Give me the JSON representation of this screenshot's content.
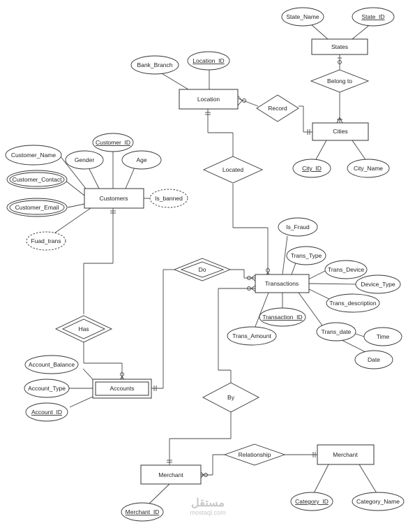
{
  "entities": {
    "states": "States",
    "location": "Location",
    "cities": "Cities",
    "customers": "Customers",
    "transactions": "Transactions",
    "accounts": "Accounts",
    "merchant_left": "Merchant",
    "merchant_right": "Merchant"
  },
  "relationships": {
    "belong_to": "Belong to",
    "record": "Record",
    "located": "Located",
    "do": "Do",
    "has": "Has",
    "by": "By",
    "relationship": "Relationship"
  },
  "attributes": {
    "state_name": "State_Name",
    "state_id": "State_ID",
    "bank_branch": "Bank_Branch",
    "location_id": "Location_ID",
    "city_id": "City_ID",
    "city_name": "City_Name",
    "customer_name": "Customer_Name",
    "gender": "Gender",
    "customer_id": "Customer_ID",
    "age": "Age",
    "customer_contact": "Customer_Contact",
    "customer_email": "Customer_Email",
    "is_banned": "Is_banned",
    "fuad_trans": "Fuad_trans",
    "is_fraud": "Is_Fraud",
    "trans_type": "Trans_Type",
    "trans_device": "Trans_Device",
    "device_type": "Device_Type",
    "trans_description": "Trans_description",
    "transaction_id": "Transaction_ID",
    "trans_amount": "Trans_Amount",
    "trans_date": "Trans_date",
    "time": "Time",
    "date": "Date",
    "account_balance": "Account_Balance",
    "account_type": "Account_Type",
    "account_id": "Account_ID",
    "merchant_id": "Merchant_ID",
    "category_id": "Category_ID",
    "category_name": "Category_Name"
  },
  "watermark": {
    "arabic": "مستقل",
    "site": "mostaql.com"
  }
}
